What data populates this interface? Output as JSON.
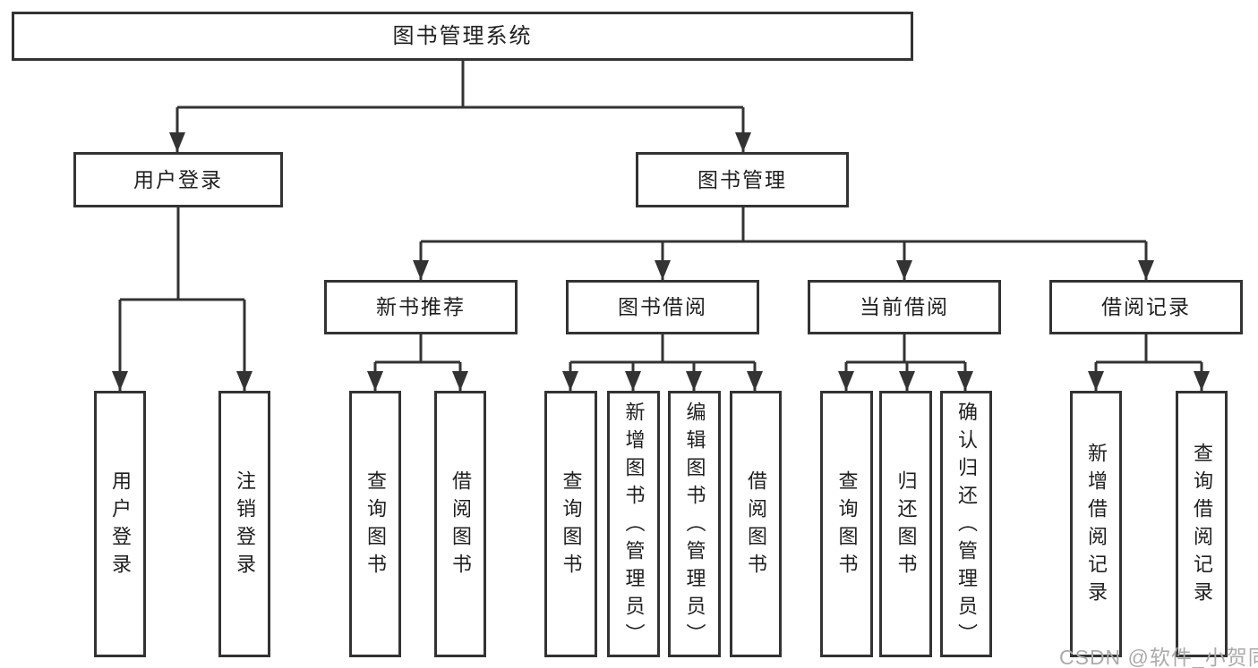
{
  "tree": {
    "root": "图书管理系统",
    "branches": [
      {
        "label": "用户登录",
        "leaves": [
          "用户登录",
          "注销登录"
        ]
      },
      {
        "label": "图书管理",
        "groups": [
          {
            "label": "新书推荐",
            "leaves": [
              "查询图书",
              "借阅图书"
            ]
          },
          {
            "label": "图书借阅",
            "leaves": [
              "查询图书",
              "新增图书（管理员）",
              "编辑图书（管理员）",
              "借阅图书"
            ]
          },
          {
            "label": "当前借阅",
            "leaves": [
              "查询图书",
              "归还图书",
              "确认归还（管理员）"
            ]
          },
          {
            "label": "借阅记录",
            "leaves": [
              "新增借阅记录",
              "查询借阅记录"
            ]
          }
        ]
      }
    ]
  },
  "watermark": {
    "text": "CSDN @软件_小贺同学"
  },
  "colors": {
    "line": "#333333",
    "ink": "#1f1f1f",
    "background": "#ffffff",
    "watermark": "#ababab"
  }
}
